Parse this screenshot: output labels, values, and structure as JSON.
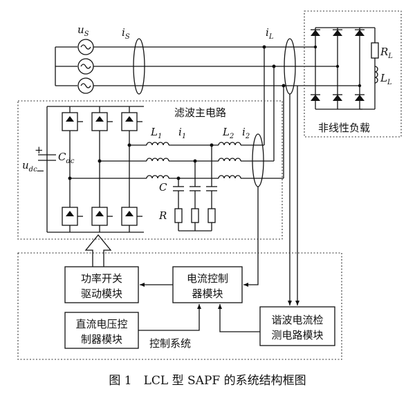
{
  "labels": {
    "source_voltage": "u",
    "source_voltage_sub": "S",
    "source_current": "i",
    "source_current_sub": "S",
    "load_current": "i",
    "load_current_sub": "L",
    "filter_main": "滤波主电路",
    "nonlinear_load": "非线性负载",
    "control_system": "控制系统",
    "dc_voltage": "u",
    "dc_voltage_sub": "dc",
    "dc_cap": "C",
    "dc_cap_sub": "dc",
    "L1": "L",
    "L1_sub": "1",
    "L2": "L",
    "L2_sub": "2",
    "i1": "i",
    "i1_sub": "1",
    "i2": "i",
    "i2_sub": "2",
    "C": "C",
    "R": "R",
    "RL": "R",
    "RL_sub": "L",
    "LL": "L",
    "LL_sub": "L",
    "plus": "+",
    "minus": "−"
  },
  "modules": {
    "driver_l1": "功率开关",
    "driver_l2": "驱动模块",
    "current_ctrl_l1": "电流控制",
    "current_ctrl_l2": "器模块",
    "dc_ctrl_l1": "直流电压控",
    "dc_ctrl_l2": "制器模块",
    "harmonic_l1": "谐波电流检",
    "harmonic_l2": "测电路模块"
  },
  "caption": "图 1　LCL 型 SAPF 的系统结构框图"
}
